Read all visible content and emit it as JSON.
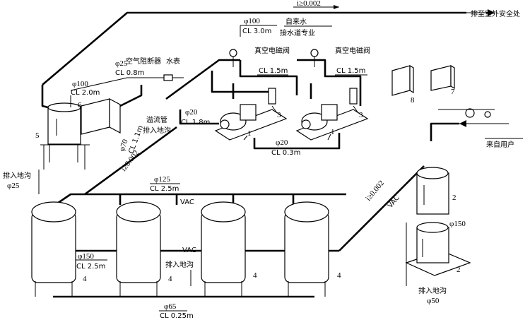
{
  "labels": {
    "exhaust_slope": "i≥0.002",
    "exhaust_dest": "排至室外安全处",
    "water_pipe_dia": "φ100",
    "water_pipe_cl": "CL 3.0m",
    "tap_water": "自来水",
    "tap_water_note": "接水道专业",
    "solenoid_left": "真空电磁阀",
    "solenoid_right": "真空电磁阀",
    "air_breaker": "空气阻断器",
    "water_meter": "水表",
    "pipe_25_dia": "φ25",
    "pipe_25_cl": "CL 0.8m",
    "pipe_100b_dia": "φ100",
    "pipe_100b_cl": "CL 2.0m",
    "cl_15_left": "CL 1.5m",
    "cl_15_right": "CL 1.5m",
    "pipe_20a_dia": "φ20",
    "pipe_20a_cl": "CL 1.8m",
    "pipe_20b_dia": "φ20",
    "pipe_20b_cl": "CL 0.3m",
    "pipe_70_dia": "φ70",
    "pipe_70_cl": "CL 1.1m",
    "overflow_pipe": "溢流管",
    "to_trench_1": "排入地沟",
    "slope_mid": "i≥0.002",
    "to_trench_left": "排入地沟",
    "to_trench_left_dia": "φ25",
    "vac_main_dia": "φ125",
    "vac_main_cl": "CL 2.5m",
    "vac_top": "VAC",
    "vac_riser": "VAC",
    "slope_right": "i≥0.002",
    "vac_low_dia": "φ150",
    "vac_low_cl": "CL 2.5m",
    "vac_low": "VAC",
    "to_trench_mid": "排入地沟",
    "drain_dia": "φ65",
    "drain_cl": "CL 0.25m",
    "from_user": "来自用户",
    "tank2_dia": "φ150",
    "to_trench_right": "排入地沟",
    "to_trench_right_dia": "φ50",
    "n1a": "1",
    "n1b": "1",
    "n2a": "2",
    "n2b": "2",
    "n3a": "3",
    "n3b": "3",
    "n4a": "4",
    "n4b": "4",
    "n4c": "4",
    "n4d": "4",
    "n5": "5",
    "n6": "6",
    "n7": "7",
    "n8": "8"
  }
}
